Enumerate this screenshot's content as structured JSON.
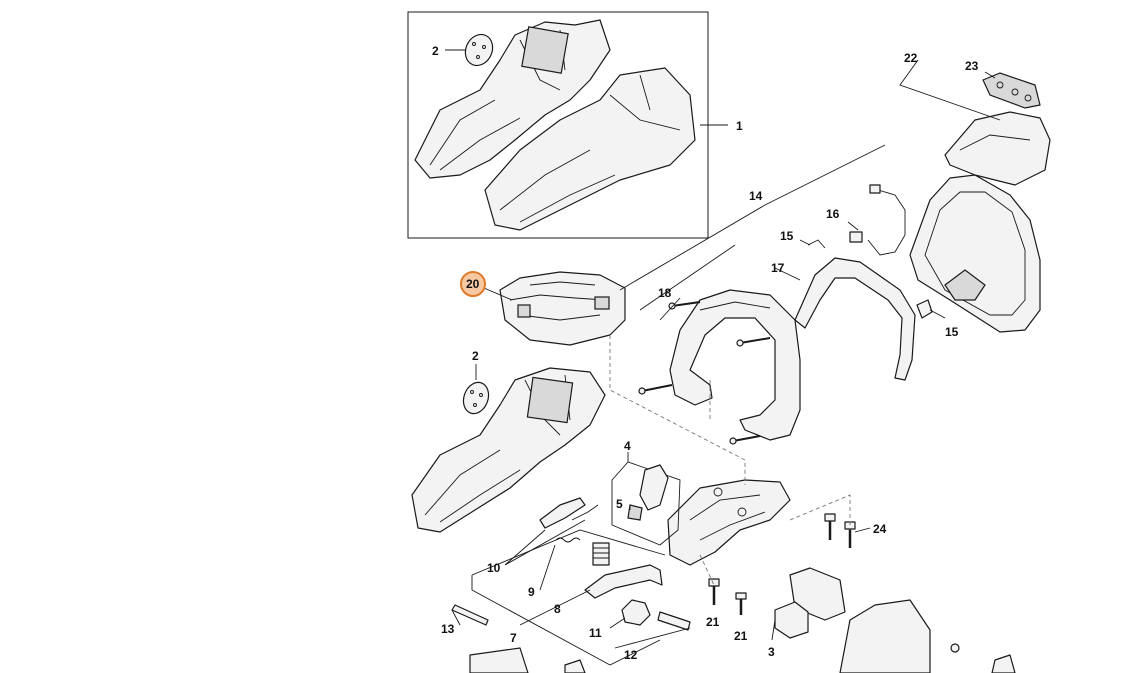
{
  "diagram": {
    "accent_color": "#e07a2b",
    "callouts": [
      {
        "id": "c1",
        "label": "1"
      },
      {
        "id": "c2a",
        "label": "2"
      },
      {
        "id": "c2b",
        "label": "2"
      },
      {
        "id": "c3",
        "label": "3"
      },
      {
        "id": "c4",
        "label": "4"
      },
      {
        "id": "c5",
        "label": "5"
      },
      {
        "id": "c7",
        "label": "7"
      },
      {
        "id": "c8",
        "label": "8"
      },
      {
        "id": "c9",
        "label": "9"
      },
      {
        "id": "c10",
        "label": "10"
      },
      {
        "id": "c11",
        "label": "11"
      },
      {
        "id": "c12",
        "label": "12"
      },
      {
        "id": "c13",
        "label": "13"
      },
      {
        "id": "c14",
        "label": "14"
      },
      {
        "id": "c15a",
        "label": "15"
      },
      {
        "id": "c15b",
        "label": "15"
      },
      {
        "id": "c16",
        "label": "16"
      },
      {
        "id": "c17",
        "label": "17"
      },
      {
        "id": "c18",
        "label": "18"
      },
      {
        "id": "c20",
        "label": "20",
        "highlighted": true
      },
      {
        "id": "c21a",
        "label": "21"
      },
      {
        "id": "c21b",
        "label": "21"
      },
      {
        "id": "c22",
        "label": "22"
      },
      {
        "id": "c23",
        "label": "23"
      },
      {
        "id": "c24",
        "label": "24"
      }
    ]
  }
}
